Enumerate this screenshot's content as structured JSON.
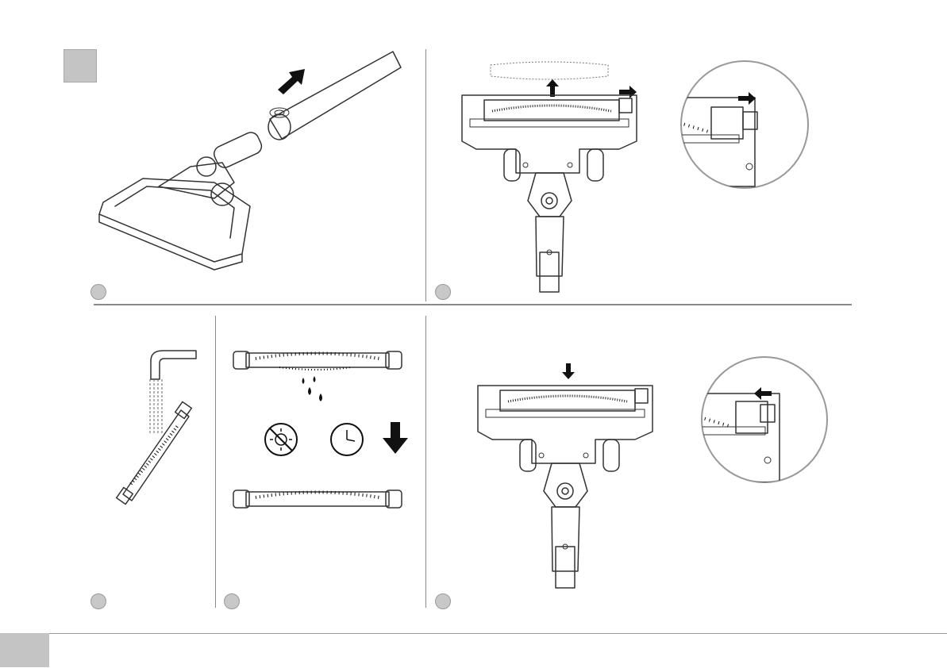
{
  "panels": [
    {
      "id": "remove-tube",
      "icons": [
        "vacuum-floor-head",
        "extension-tube",
        "pull-arrow-icon"
      ]
    },
    {
      "id": "remove-brushroll",
      "icons": [
        "floor-head-top-view",
        "brushroll-outline",
        "lift-arrow-icon",
        "slide-arrow-icon",
        "zoom-detail-circle"
      ]
    },
    {
      "id": "rinse-brushroll",
      "icons": [
        "faucet-icon",
        "water-stream",
        "brushroll-icon"
      ]
    },
    {
      "id": "dry-brushroll",
      "icons": [
        "brushroll-icon",
        "water-drops-icon",
        "no-sun-icon",
        "clock-icon",
        "down-arrow-icon"
      ]
    },
    {
      "id": "refit-brushroll",
      "icons": [
        "floor-head-top-view",
        "insert-arrow-icon",
        "zoom-detail-circle",
        "lock-arrow-icon"
      ]
    }
  ],
  "colors": {
    "badge": "#c8c8c8",
    "divider": "#8a8a8a",
    "ink": "#333333"
  }
}
